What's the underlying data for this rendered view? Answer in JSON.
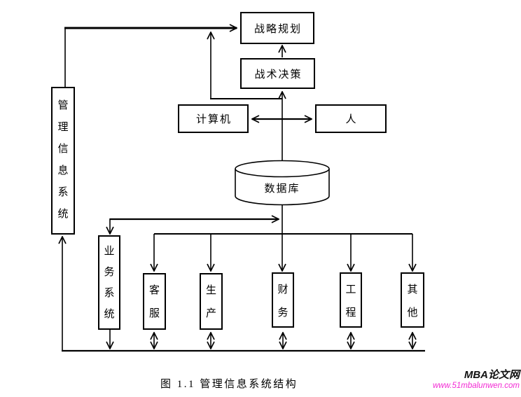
{
  "diagram": {
    "caption": "图 1.1 管理信息系统结构",
    "nodes": {
      "strategic": "战略规划",
      "tactical": "战术决策",
      "computer": "计算机",
      "human": "人",
      "database": "数据库",
      "mis": "管理信息系统",
      "business": "业务系统",
      "service": "客服",
      "production": "生产",
      "finance": "财务",
      "engineering": "工程",
      "other": "其他"
    },
    "watermark": {
      "title": "MBA论文网",
      "url": "www.51mbalunwen.com",
      "url_color": "#f32bd4",
      "title_color": "#111111"
    },
    "colors": {
      "line": "#000000",
      "box_border": "#000000",
      "background": "#ffffff"
    }
  }
}
